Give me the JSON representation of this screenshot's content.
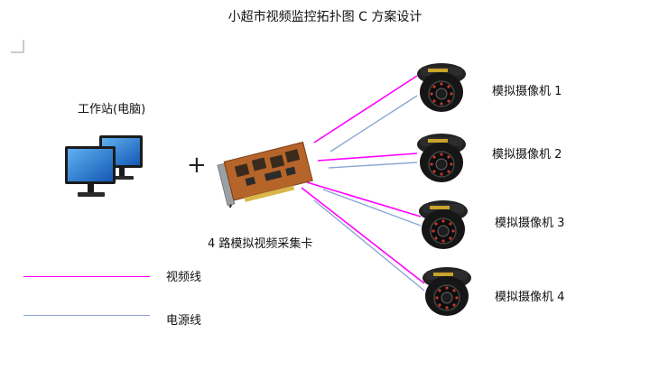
{
  "title": "小超市视频监控拓扑图 C 方案设计",
  "workstation": {
    "label": "工作站(电脑)"
  },
  "plus_sign": "+",
  "capture_card": {
    "label": "4 路模拟视频采集卡"
  },
  "cameras": [
    {
      "label": "模拟摄像机 1"
    },
    {
      "label": "模拟摄像机 2"
    },
    {
      "label": "模拟摄像机 3"
    },
    {
      "label": "模拟摄像机 4"
    }
  ],
  "legend": {
    "video_label": "视频线",
    "power_label": "电源线"
  },
  "colors": {
    "video_line": "#ff00ff",
    "power_line": "#8ca6d4",
    "monitor_screen": "#1f6fc7",
    "monitor_frame": "#1b1b1b",
    "pcb": "#b5642a",
    "bracket": "#9aa0a6",
    "camera_body": "#161616"
  },
  "icons": {
    "workstation": "dual-monitor-icon",
    "capture_card": "pci-capture-card-icon",
    "camera": "dome-camera-icon"
  }
}
